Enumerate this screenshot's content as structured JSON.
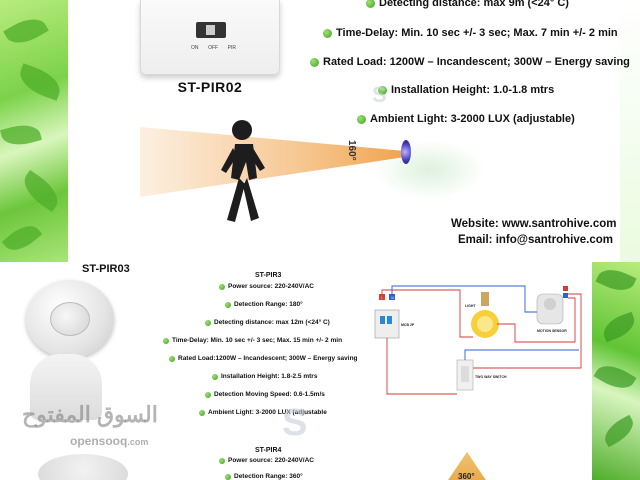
{
  "top": {
    "model": "ST-PIR02",
    "switch_labels": [
      "ON",
      "OFF",
      "PIR"
    ],
    "features": [
      "Detecting distance: max 9m (<24° C)",
      "Time-Delay: Min. 10 sec +/- 3 sec; Max. 7 min +/- 2 min",
      "Rated Load: 1200W – Incandescent; 300W – Energy saving",
      "Installation Height: 1.0-1.8 mtrs",
      "Ambient Light: 3-2000 LUX (adjustable)"
    ],
    "watermark_letter": "S",
    "angle": "160°",
    "website": "Website: www.santrohive.com",
    "email": "Email: info@santrohive.com"
  },
  "bottom": {
    "model_label": "ST-PIR03",
    "pir3": {
      "title": "ST-PIR3",
      "specs": [
        "Power source: 220-240V/AC",
        "Detection Range: 180°",
        "Detecting distance: max 12m (<24° C)",
        "Time-Delay: Min. 10 sec +/- 3 sec; Max. 15 min +/- 2 min",
        "Rated Load:1200W – Incandescent; 300W – Energy saving",
        "Installation Height: 1.8-2.5 mtrs",
        "Detection Moving Speed: 0.6-1.5m/s",
        "Ambient Light: 3-2000 LUX (adjustable"
      ]
    },
    "pir4": {
      "title": "ST-PIR4",
      "specs": [
        "Power source: 220-240V/AC",
        "Detection Range: 360°"
      ]
    },
    "watermark_letter": "S",
    "arabic_watermark": "السوق المفتوح",
    "opensooq_main": "opensooq",
    "opensooq_small": ".com",
    "diagram_labels": {
      "neutral": "N",
      "live": "L",
      "mcb": "MCB 2P",
      "light": "LIGHT",
      "sensor": "MOTION SENSOR",
      "switch": "TWO WAY SWITCH"
    },
    "b4_angle": "360°"
  },
  "colors": {
    "leaf_green": "#5cbf32",
    "bullet_green": "#3aa52a",
    "wire_red": "#d63a3a",
    "wire_blue": "#2f5fd0",
    "beam_orange": "#ef9a3a"
  }
}
